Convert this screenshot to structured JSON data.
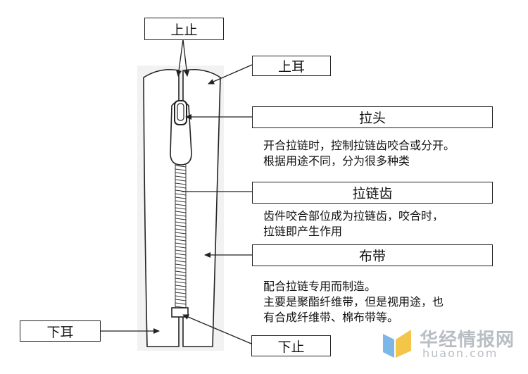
{
  "labels": {
    "top_stop": "上止",
    "top_tape_end": "上耳",
    "slider": "拉头",
    "teeth": "拉链齿",
    "tape": "布带",
    "bottom_tape_end": "下耳",
    "bottom_stop": "下止"
  },
  "descriptions": {
    "slider": [
      "开合拉链时，控制拉链齿咬合或分开。",
      "根据用途不同，分为很多种类"
    ],
    "teeth": [
      "齿件咬合部位成为拉链齿，咬合时，",
      "拉链即产生作用"
    ],
    "tape": [
      "配合拉链专用而制造。",
      "主要是聚酯纤维带，但是视用途，也",
      "有合成纤维带、棉布带等。"
    ]
  },
  "watermark": {
    "brand_cn": "华经情报网",
    "brand_en": "huaon.com",
    "colors": [
      "#7db7e8",
      "#f3c64a",
      "#b9bec4"
    ]
  }
}
